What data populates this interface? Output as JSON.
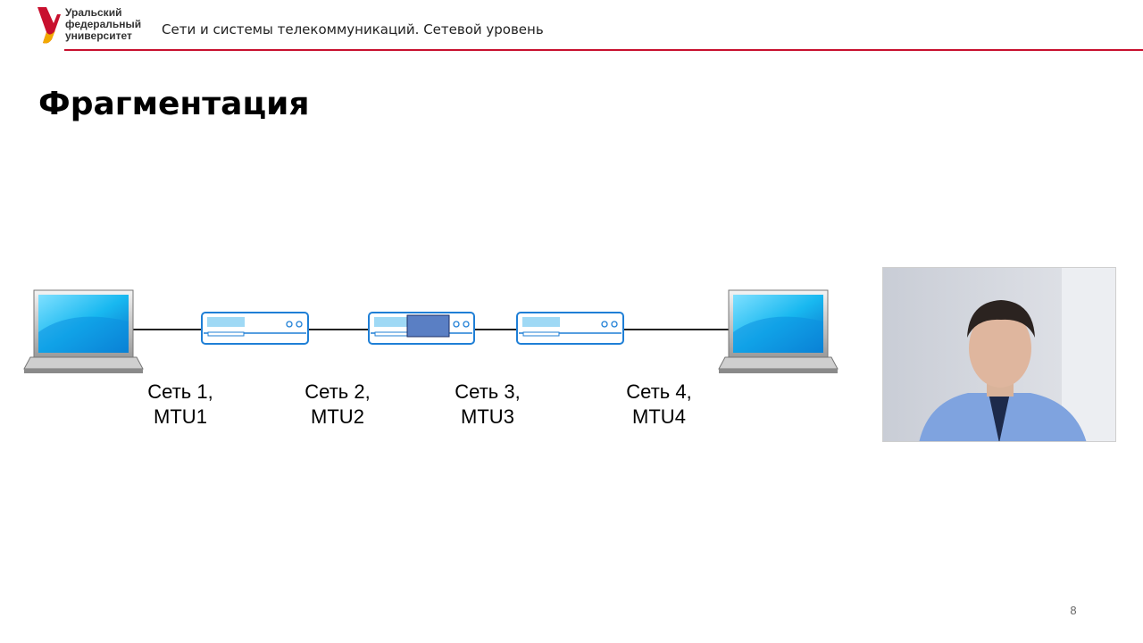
{
  "header": {
    "logo_lines": [
      "Уральский",
      "федеральный",
      "университет"
    ],
    "course_title": "Сети и системы телекоммуникаций. Сетевой уровень",
    "accent_color": "#c8102e"
  },
  "slide": {
    "title": "Фрагментация",
    "page_number": "8"
  },
  "diagram": {
    "devices": [
      {
        "kind": "laptop",
        "icon": "laptop-icon"
      },
      {
        "kind": "router",
        "icon": "router-icon"
      },
      {
        "kind": "router",
        "icon": "router-icon",
        "highlighted": true
      },
      {
        "kind": "router",
        "icon": "router-icon"
      },
      {
        "kind": "laptop",
        "icon": "laptop-icon"
      }
    ],
    "networks": [
      {
        "name": "Сеть 1,",
        "mtu": "MTU1"
      },
      {
        "name": "Сеть 2,",
        "mtu": "MTU2"
      },
      {
        "name": "Сеть 3,",
        "mtu": "MTU3"
      },
      {
        "name": "Сеть 4,",
        "mtu": "MTU4"
      }
    ],
    "colors": {
      "device_outline": "#1f7fd6",
      "highlight_fill": "#5a7fc4",
      "screen": "#18b8f0"
    }
  },
  "webcam": {
    "icon": "presenter-video"
  }
}
